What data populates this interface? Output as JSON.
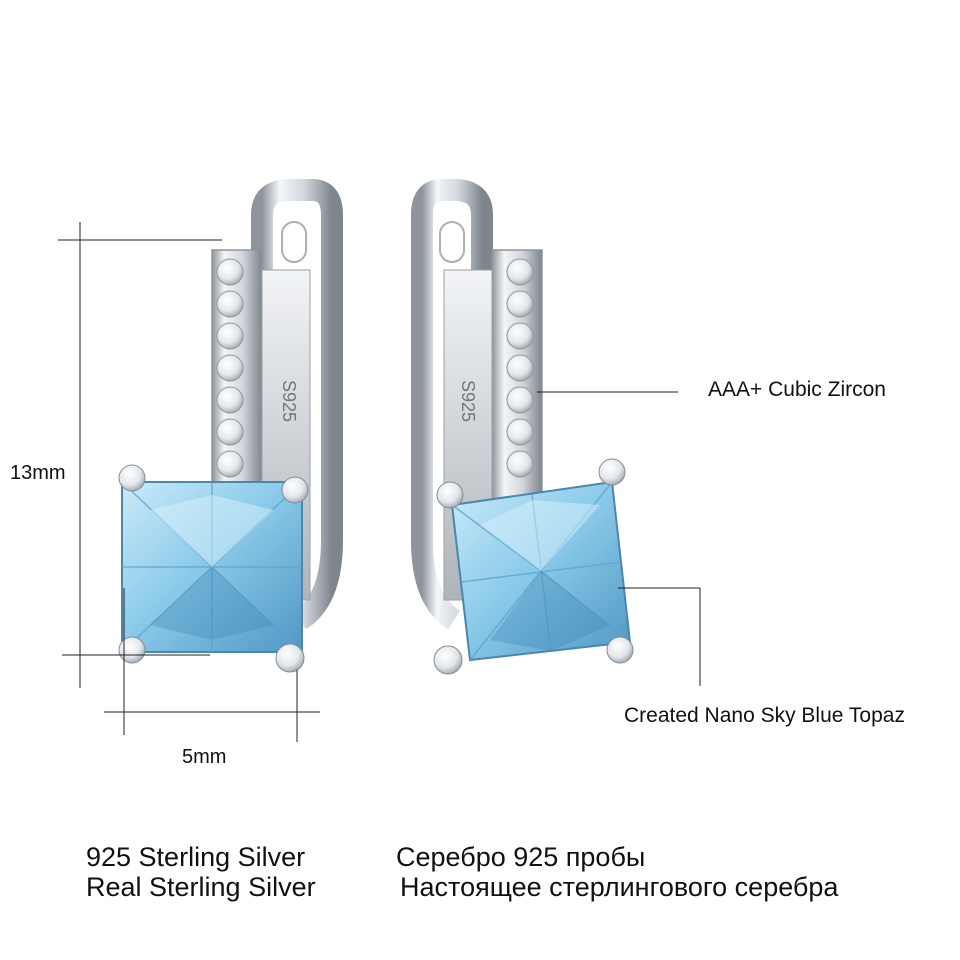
{
  "dimensions": {
    "height": "13mm",
    "width": "5mm"
  },
  "callouts": {
    "zircon": "AAA+ Cubic Zircon",
    "topaz": "Created Nano Sky Blue Topaz"
  },
  "captions": {
    "line1_en": "925 Sterling Silver",
    "line1_ru": "Серебро 925 пробы",
    "line2_en": "Real Sterling Silver",
    "line2_ru": "Настоящее стерлингового серебра"
  },
  "stamp": "S925",
  "colors": {
    "silver": "#d9dde2",
    "silver_dark": "#9aa1a8",
    "topaz": "#9fd3ee",
    "topaz_dark": "#3f7fa8",
    "zircon": "#f4f6f8"
  }
}
